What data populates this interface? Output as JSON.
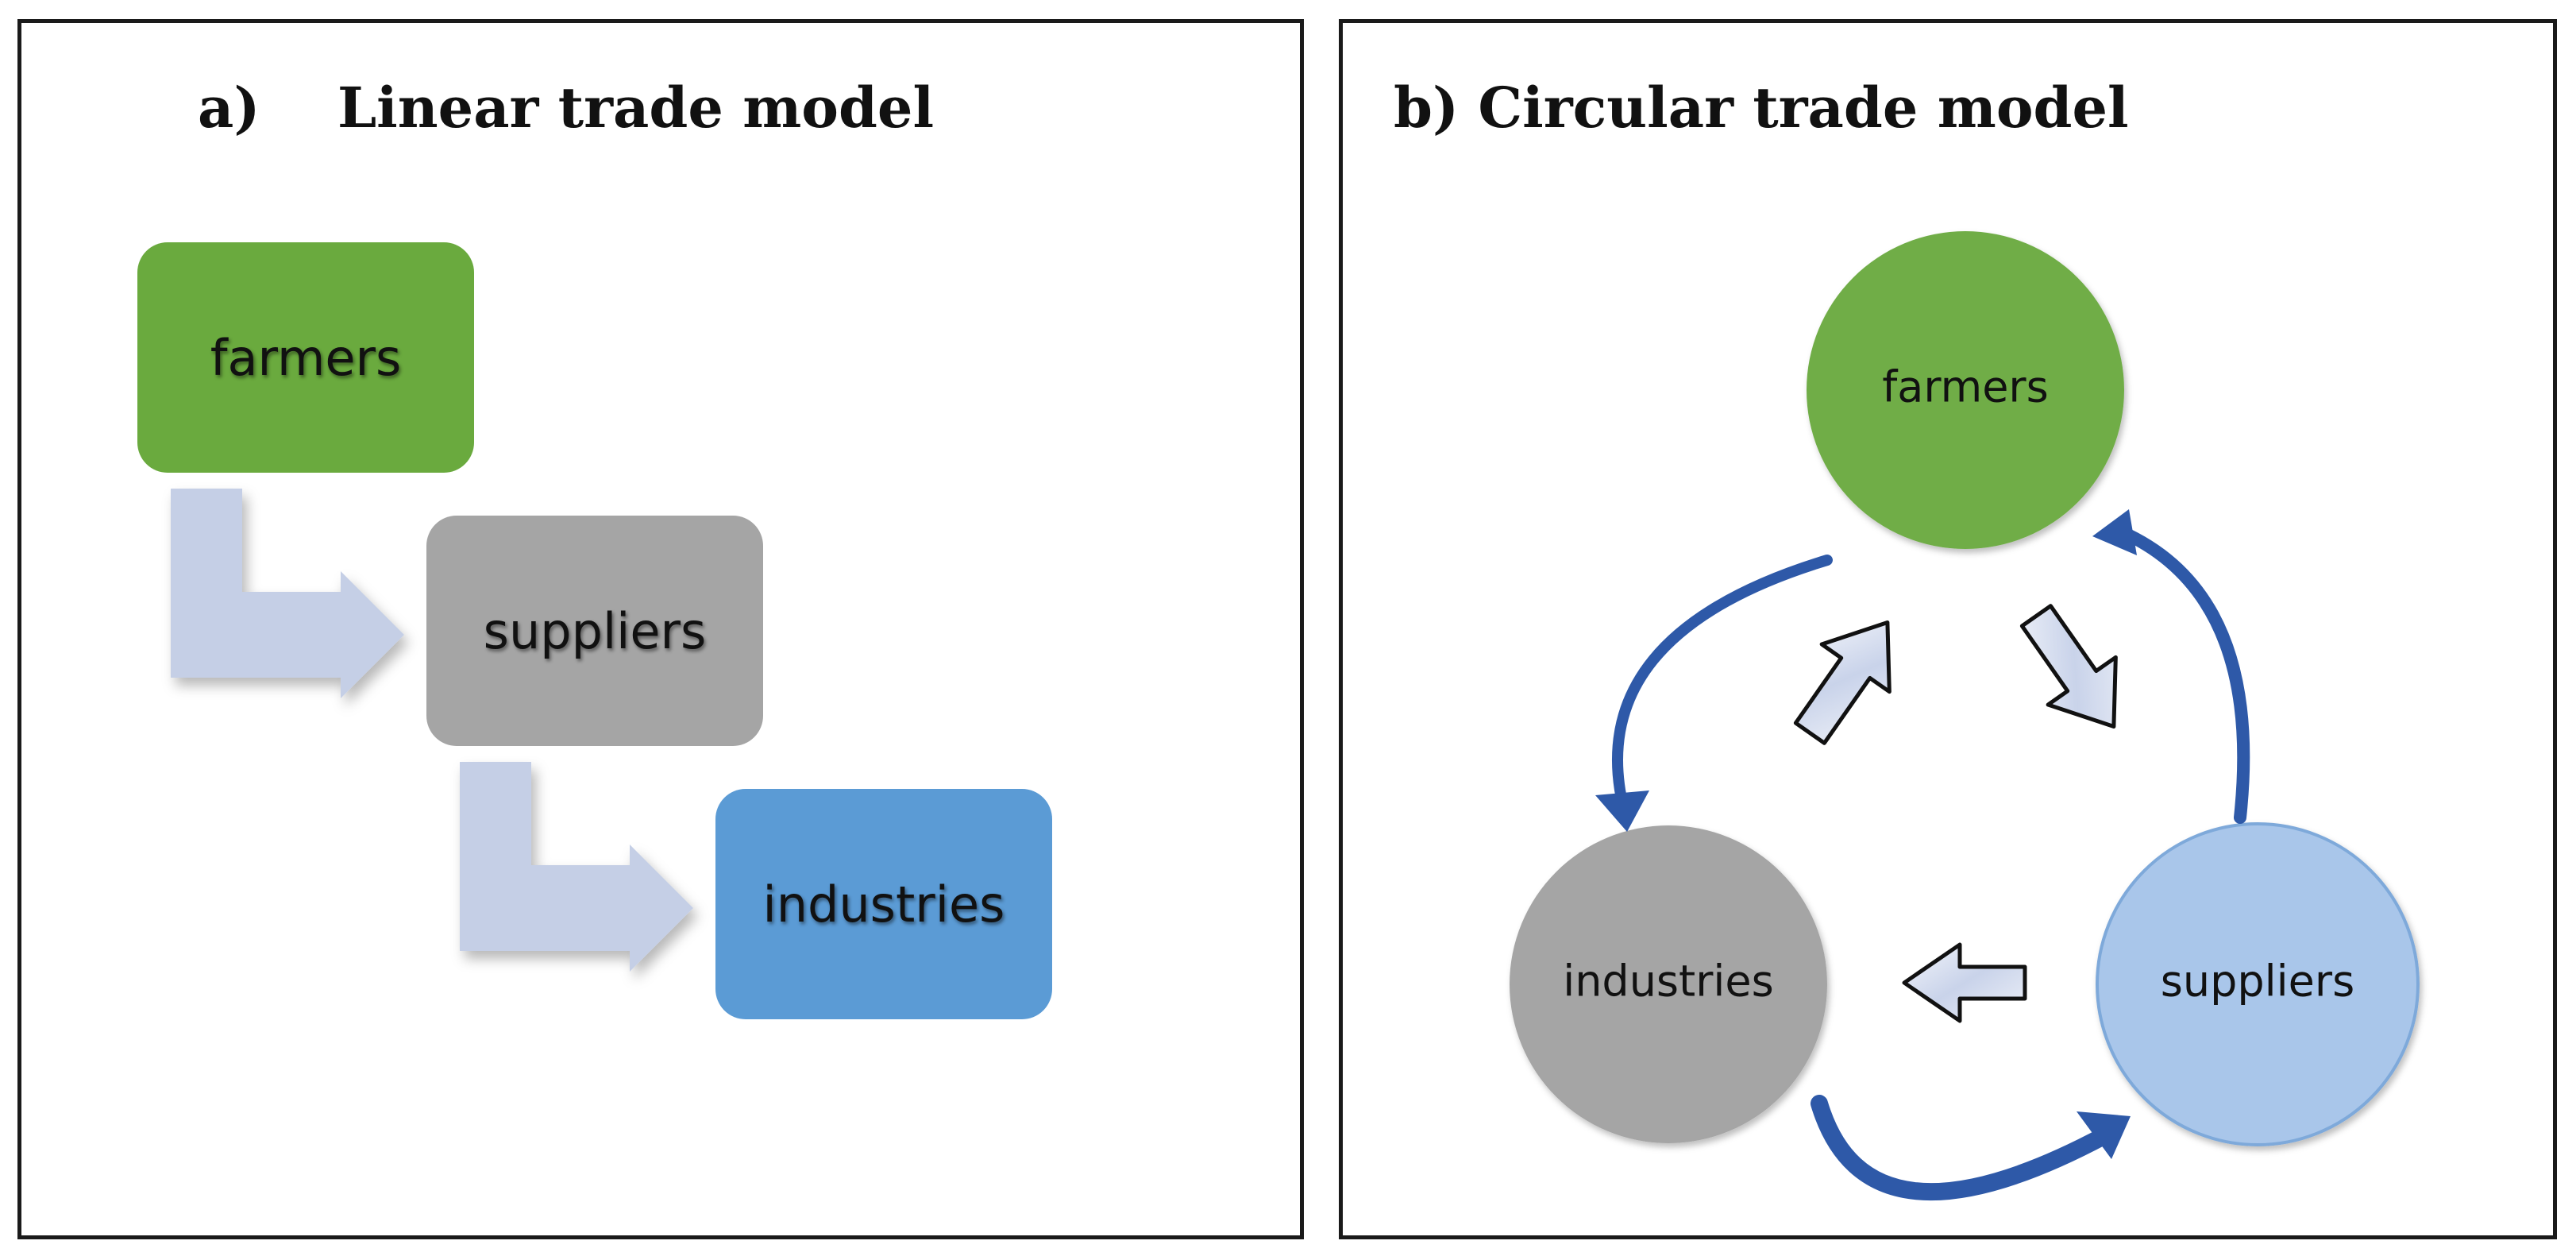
{
  "panel_a": {
    "title": "a)    Linear trade model",
    "boxes": [
      {
        "label": "farmers",
        "color": "#6aaa3e"
      },
      {
        "label": "suppliers",
        "color": "#a5a5a5"
      },
      {
        "label": "industries",
        "color": "#5b9bd5"
      }
    ],
    "arrow_color": "#c5cfe6"
  },
  "panel_b": {
    "title": "b) Circular trade model",
    "circles": [
      {
        "label": "farmers",
        "color": "#70ad47"
      },
      {
        "label": "suppliers",
        "color": "#a9c6ea"
      },
      {
        "label": "industries",
        "color": "#a5a5a5"
      }
    ],
    "curve_color": "#2e59a8"
  }
}
